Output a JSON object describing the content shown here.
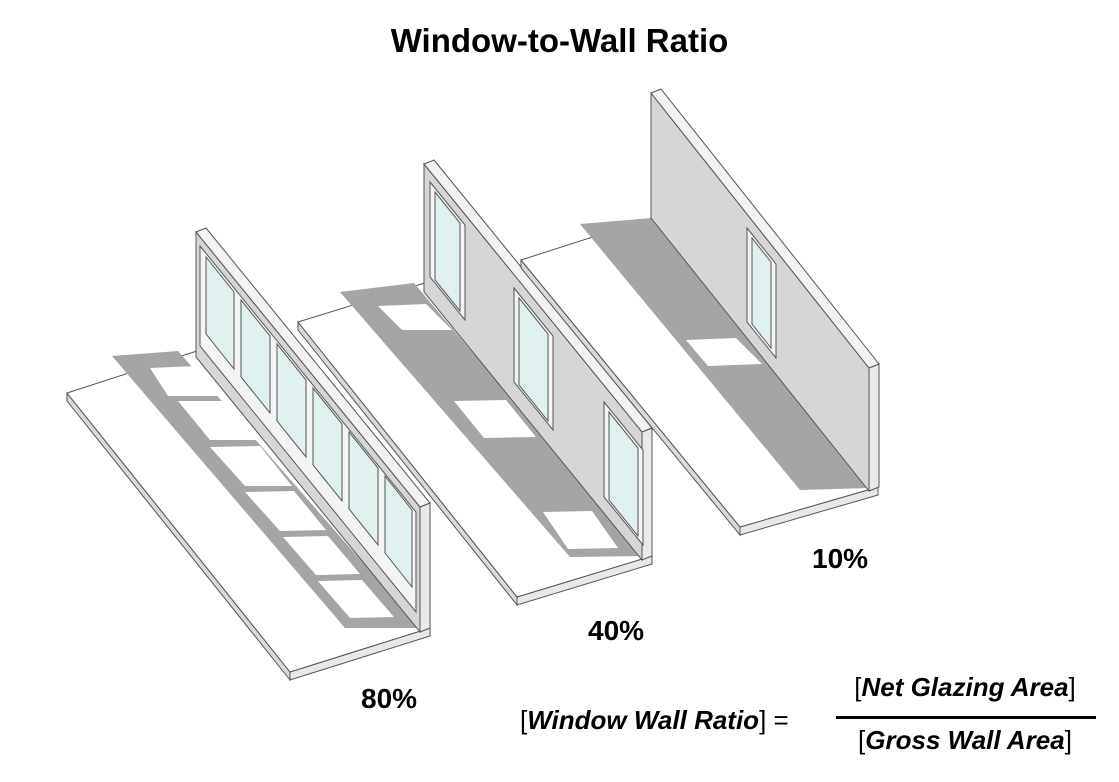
{
  "title": "Window-to-Wall Ratio",
  "panels": [
    {
      "label": "80%",
      "window_count": 6
    },
    {
      "label": "40%",
      "window_count": 3
    },
    {
      "label": "10%",
      "window_count": 1
    }
  ],
  "formula": {
    "lhs_open": "[",
    "lhs_term": "Window Wall Ratio",
    "lhs_close": "] =",
    "numerator_open": "[",
    "numerator_term": "Net Glazing Area",
    "numerator_close": "]",
    "denominator_open": "[",
    "denominator_term": "Gross Wall Area",
    "denominator_close": "]"
  },
  "colors": {
    "floor": "#ffffff",
    "outline": "#555555",
    "floor_edge": "#d9d9d9",
    "wall_face": "#d6d6d6",
    "wall_top": "#f2f2f2",
    "shadow": "#a5a5a5",
    "glass": "#dff0ee",
    "frame": "#f4f4f4"
  }
}
